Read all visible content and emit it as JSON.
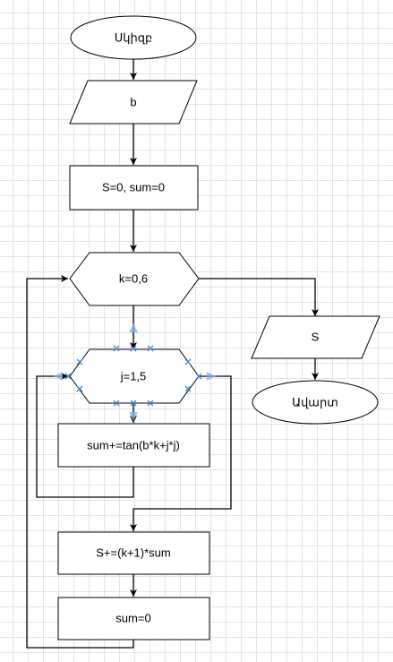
{
  "diagram": {
    "nodes": {
      "start": {
        "label": "Սկիզբ",
        "shape": "ellipse"
      },
      "input_b": {
        "label": "b",
        "shape": "parallelogram"
      },
      "init": {
        "label": "S=0, sum=0",
        "shape": "rectangle"
      },
      "loop_k": {
        "label": "k=0,6",
        "shape": "hexagon"
      },
      "loop_j": {
        "label": "j=1,5",
        "shape": "hexagon",
        "selected": true
      },
      "sum_update": {
        "label": "sum+=tan(b*k+j*j)",
        "shape": "rectangle"
      },
      "s_update": {
        "label": "S+=(k+1)*sum",
        "shape": "rectangle"
      },
      "sum_reset": {
        "label": "sum=0",
        "shape": "rectangle"
      },
      "output_s": {
        "label": "S",
        "shape": "parallelogram"
      },
      "end": {
        "label": "Ավարտ",
        "shape": "ellipse"
      }
    },
    "edges": [
      {
        "from": "start",
        "to": "input_b"
      },
      {
        "from": "input_b",
        "to": "init"
      },
      {
        "from": "init",
        "to": "loop_k"
      },
      {
        "from": "loop_k",
        "to": "loop_j"
      },
      {
        "from": "loop_k",
        "to": "output_s"
      },
      {
        "from": "loop_j",
        "to": "sum_update"
      },
      {
        "from": "sum_update",
        "to": "loop_j"
      },
      {
        "from": "loop_j",
        "to": "s_update"
      },
      {
        "from": "s_update",
        "to": "sum_reset"
      },
      {
        "from": "sum_reset",
        "to": "loop_k"
      },
      {
        "from": "output_s",
        "to": "end"
      }
    ],
    "colors": {
      "grid": "#e4e4e4",
      "selection": "#3d8bd6",
      "stroke": "#000000",
      "fill": "#ffffff"
    }
  }
}
